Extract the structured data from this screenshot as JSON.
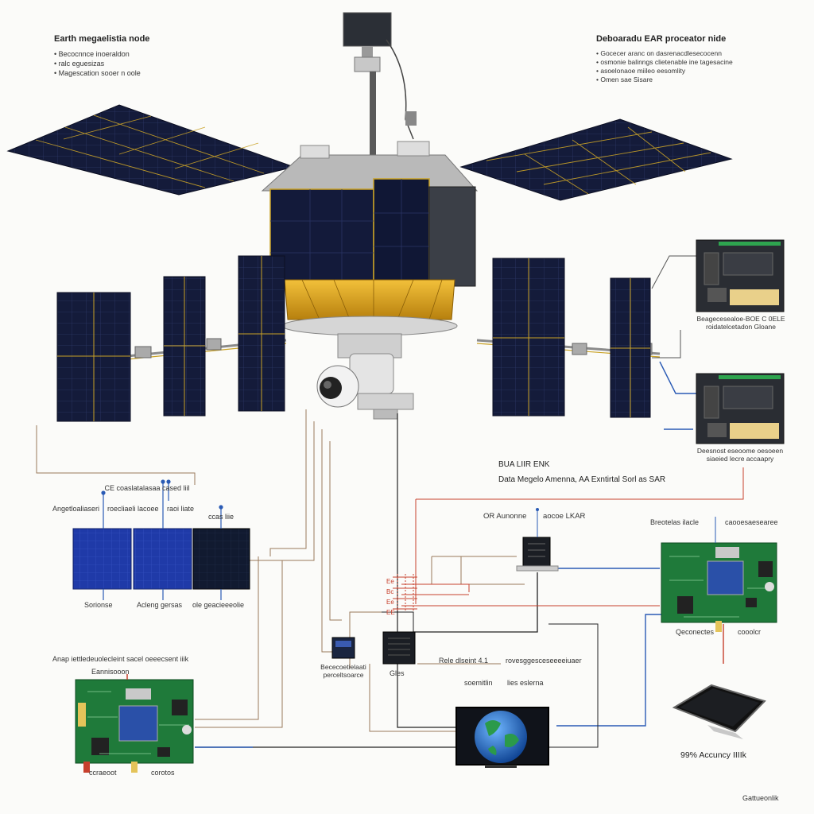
{
  "header_left": {
    "title": "Earth megaelistia node",
    "bullets": [
      "Becocnnce inoeraldon",
      "ralc eguesizas",
      "Magescation sooer n oole"
    ]
  },
  "header_right": {
    "title": "Deboaradu EAR proceator nide",
    "bullets": [
      "Gocecer aranc on dasrenacdlesecocenn",
      "osmonie balinngs clietenable ine tagesacine",
      "asoelonaoe miileo eesomlity",
      "Omen sae Sisare"
    ]
  },
  "right_modules": {
    "top_caption_1": "Beagecesealoe-BOE C 0ELE",
    "top_caption_2": "roidatelcetadon Gloane",
    "bottom_caption_1": "Deesnost eseoome oesoeen",
    "bottom_caption_2": "siaeied lecre accaapry"
  },
  "link": {
    "title": "BUA LIIR ENK",
    "subtitle": "Data Megelo Amenna, AA Exntirtal Sorl as SAR"
  },
  "panels": {
    "top_label": "CE coaslatalasaa cased liil",
    "row_labels": [
      "Angetloaliaseri",
      "roecliaeli lacoee",
      "raoi liate",
      "ccas liie"
    ],
    "bottom_labels": [
      "Sorionse",
      "Acleng gersas",
      "ole geacieeeolie"
    ]
  },
  "left_board": {
    "title": "Anap iettledeuolecleint  sacel oeeecsent iiik",
    "subtitle": "Eannisooon",
    "bottom_left": "ccraeoot",
    "bottom_right": "corotos"
  },
  "center": {
    "or_label": "OR Aunonne",
    "or_sub": "aocoe LKAR",
    "small_device_label_1": "Bececoetielaati",
    "small_device_label_2": "perceltsoarce",
    "device_label": "Gles",
    "signal_labels": [
      "Ee",
      "Bc",
      "Ee",
      "EE"
    ],
    "mid_label_1": "Rele dlseint 4.1",
    "mid_label_2": "rovesggesceseeeeiuaer",
    "mid_label_3": "soemitlin",
    "mid_label_4": "lies eslerna"
  },
  "right_board": {
    "title": "Breotelas ilacle",
    "title2": "caooesaesearee",
    "bottom_left": "Qeconectes",
    "bottom_right": "cooolcr"
  },
  "accuracy": "99% Accuncy IIIIk",
  "footer": "Gattueonlik",
  "colors": {
    "solar_cell": "#141b3a",
    "solar_line": "#c9a227",
    "gold_foil": "#d8a318",
    "pcb_green": "#1f7a3a",
    "blue_line": "#2a5bb5",
    "red_line": "#c7402d",
    "wire_brown": "#9a7a5c"
  }
}
